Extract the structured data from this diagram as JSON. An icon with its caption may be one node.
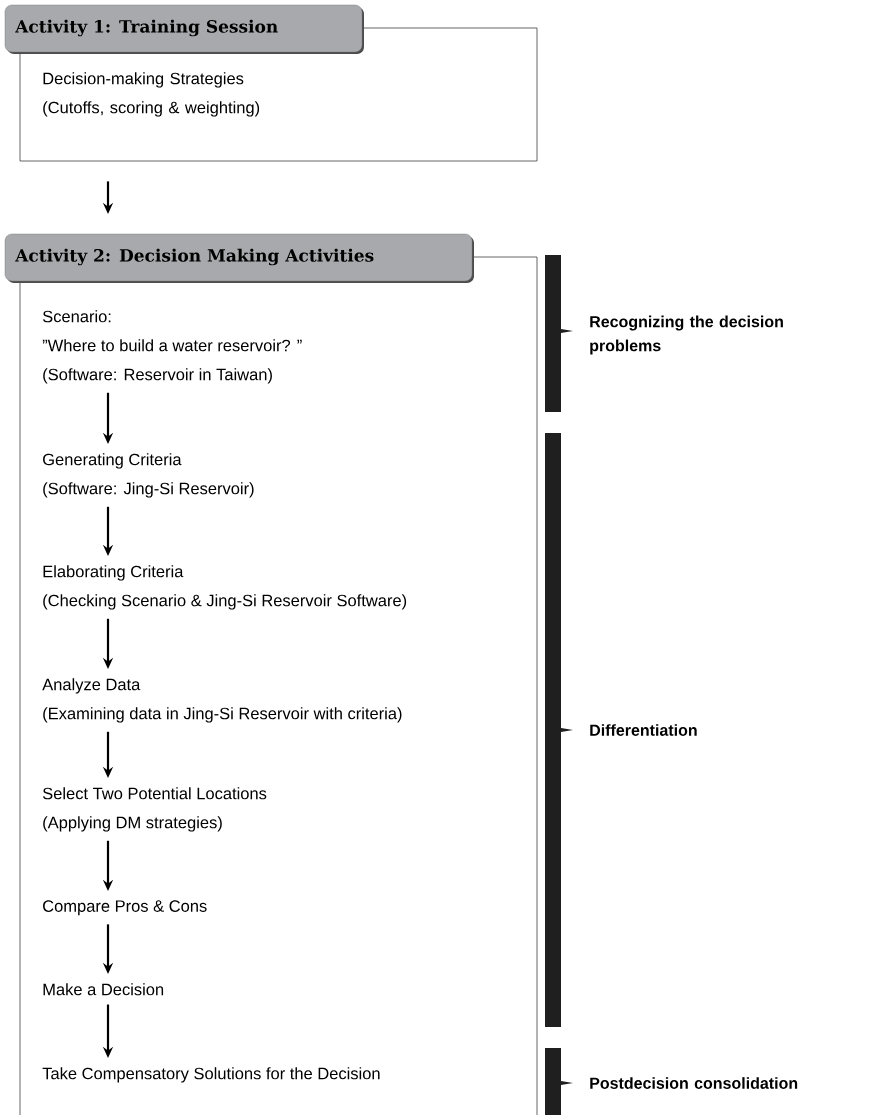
{
  "diagram": {
    "nodes": [
      {
        "text": [
          "Activity 1: Training Session",
          "Decision-making Strategies (Cutoffs, scoring & weighting)"
        ]
      },
      {
        "text": [
          "Activity 2: Decision Making Activities"
        ]
      },
      {
        "text": [
          "Scenario:",
          "”Where to build a water reservoir? ”",
          "(Software: Reservoir in Taiwan)"
        ],
        "in": 1
      },
      {
        "text": [
          "Generating Criteria",
          "(Software: Jing-Si Reservoir)"
        ],
        "in": 1
      },
      {
        "text": [
          "Elaborating Criteria",
          "(Checking Scenario & Jing-Si Reservoir Software)"
        ],
        "in": 1
      },
      {
        "text": [
          "Analyze Data",
          "(Examining data in Jing-Si Reservoir with criteria)"
        ],
        "in": 1
      },
      {
        "text": [
          "Select Two Potential Locations",
          "(Applying DM strategies)"
        ],
        "in": 1
      },
      {
        "text": [
          "Compare Pros & Cons"
        ],
        "in": 1
      },
      {
        "text": [
          "Make a Decision"
        ],
        "in": 1
      },
      {
        "text": [
          "Take Compensatory Solutions for the Decision"
        ],
        "in": 1
      }
    ],
    "edges": [
      {
        "from": 0,
        "to": 1,
        "arrow": "to"
      },
      {
        "from": 2,
        "to": 3,
        "arrow": "to"
      },
      {
        "from": 3,
        "to": 4,
        "arrow": "to"
      },
      {
        "from": 4,
        "to": 5,
        "arrow": "to"
      },
      {
        "from": 5,
        "to": 6,
        "arrow": "to"
      },
      {
        "from": 6,
        "to": 7,
        "arrow": "to"
      },
      {
        "from": 7,
        "to": 8,
        "arrow": "to"
      },
      {
        "from": 8,
        "to": 9,
        "arrow": "to"
      }
    ],
    "labels": [
      "Recognizing the decision problems",
      "Differentiation",
      "Postdecision consolidation"
    ]
  }
}
